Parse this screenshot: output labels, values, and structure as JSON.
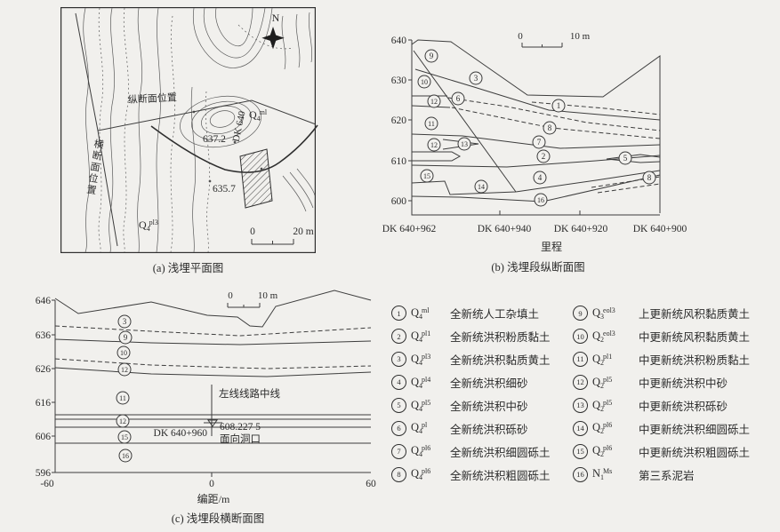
{
  "panel_a": {
    "caption": "(a) 浅埋平面图",
    "north": "N",
    "label_longitudinal": "纵断面位置",
    "label_cross": "横断面位置",
    "chainage": "DK 640",
    "spot_elev_1": "637.2",
    "spot_elev_2": "635.7",
    "unit_top": {
      "base": "Q",
      "sub": "4",
      "sup": "ml"
    },
    "unit_bottom": {
      "base": "Q",
      "sub": "4",
      "sup": "pl3"
    },
    "scale": {
      "zero": "0",
      "label": "20 m"
    }
  },
  "panel_b": {
    "caption": "(b) 浅埋段纵断面图",
    "scale": {
      "zero": "0",
      "label": "10 m"
    },
    "y_ticks": [
      "640",
      "630",
      "620",
      "610",
      "600"
    ],
    "x_ticks": [
      "DK 640+962",
      "DK 640+940",
      "DK 640+920",
      "DK 640+900"
    ],
    "x_title": "里程",
    "markers": [
      {
        "n": "9"
      },
      {
        "n": "3"
      },
      {
        "n": "10"
      },
      {
        "n": "12"
      },
      {
        "n": "6"
      },
      {
        "n": "1"
      },
      {
        "n": "11"
      },
      {
        "n": "8"
      },
      {
        "n": "12"
      },
      {
        "n": "13"
      },
      {
        "n": "7"
      },
      {
        "n": "2"
      },
      {
        "n": "5"
      },
      {
        "n": "15"
      },
      {
        "n": "4"
      },
      {
        "n": "14"
      },
      {
        "n": "16"
      },
      {
        "n": "8"
      }
    ]
  },
  "panel_c": {
    "caption": "(c) 浅埋段横断面图",
    "scale": {
      "zero": "0",
      "label": "10 m"
    },
    "y_ticks": [
      "646",
      "636",
      "626",
      "616",
      "606",
      "596"
    ],
    "x_ticks": [
      "-60",
      "0",
      "60"
    ],
    "x_title": "编距/m",
    "annotations": {
      "centerline": "左线线路中线",
      "chainage": "DK 640+960",
      "elevation": "608.227 5",
      "facing": "面向洞口"
    },
    "markers": [
      {
        "n": "3"
      },
      {
        "n": "9"
      },
      {
        "n": "10"
      },
      {
        "n": "12"
      },
      {
        "n": "11"
      },
      {
        "n": "12"
      },
      {
        "n": "15"
      },
      {
        "n": "16"
      }
    ]
  },
  "legend": {
    "items": [
      {
        "num": "1",
        "base": "Q",
        "sub": "4",
        "sup": "ml",
        "desc": "全新统人工杂填土"
      },
      {
        "num": "2",
        "base": "Q",
        "sub": "4",
        "sup": "pl1",
        "desc": "全新统洪积粉质黏土"
      },
      {
        "num": "3",
        "base": "Q",
        "sub": "4",
        "sup": "pl3",
        "desc": "全新统洪积黏质黄土"
      },
      {
        "num": "4",
        "base": "Q",
        "sub": "4",
        "sup": "pl4",
        "desc": "全新统洪积细砂"
      },
      {
        "num": "5",
        "base": "Q",
        "sub": "4",
        "sup": "pl5",
        "desc": "全新统洪积中砂"
      },
      {
        "num": "6",
        "base": "Q",
        "sub": "4",
        "sup": "pl",
        "desc": "全新统洪积砾砂"
      },
      {
        "num": "7",
        "base": "Q",
        "sub": "4",
        "sup": "pl6",
        "desc": "全新统洪积细圆砾土"
      },
      {
        "num": "8",
        "base": "Q",
        "sub": "4",
        "sup": "pl6",
        "desc": "全新统洪积粗圆砾土"
      },
      {
        "num": "9",
        "base": "Q",
        "sub": "3",
        "sup": "eol3",
        "desc": "上更新统风积黏质黄土"
      },
      {
        "num": "10",
        "base": "Q",
        "sub": "2",
        "sup": "eol3",
        "desc": "中更新统风积黏质黄土"
      },
      {
        "num": "11",
        "base": "Q",
        "sub": "2",
        "sup": "pl1",
        "desc": "中更新统洪积粉质黏土"
      },
      {
        "num": "12",
        "base": "Q",
        "sub": "2",
        "sup": "pl5",
        "desc": "中更新统洪积中砂"
      },
      {
        "num": "13",
        "base": "Q",
        "sub": "2",
        "sup": "pl5",
        "desc": "中更新统洪积砾砂"
      },
      {
        "num": "14",
        "base": "Q",
        "sub": "2",
        "sup": "pl6",
        "desc": "中更新统洪积细圆砾土"
      },
      {
        "num": "15",
        "base": "Q",
        "sub": "2",
        "sup": "pl6",
        "desc": "中更新统洪积粗圆砾土"
      },
      {
        "num": "16",
        "base": "N",
        "sub": "1",
        "sup": "Ms",
        "desc": "第三系泥岩"
      }
    ]
  }
}
